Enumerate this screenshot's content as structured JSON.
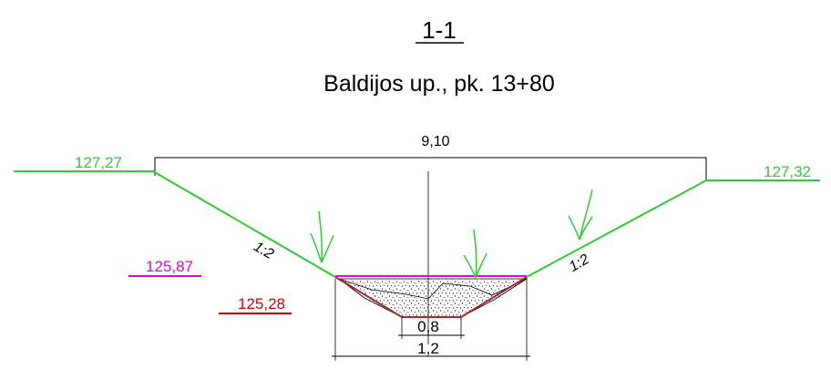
{
  "title": {
    "section": "1-1",
    "subtitle": "Baldijos up., pk. 13+80"
  },
  "dimensions": {
    "top_width": "9,10",
    "bottom_inner": "0,8",
    "bottom_outer": "1,2"
  },
  "elevations": {
    "left_bank": "127,27",
    "right_bank": "127,32",
    "water_level": "125,87",
    "bed_level": "125,28"
  },
  "slopes": {
    "left": "1:2",
    "right": "1:2"
  },
  "colors": {
    "ground_line": "#2ecc2e",
    "water_level": "#e600e6",
    "bed_level": "#d90000",
    "bed_fill": "#a52a2a",
    "outline": "#000000",
    "grass": "#2ecc2e"
  }
}
